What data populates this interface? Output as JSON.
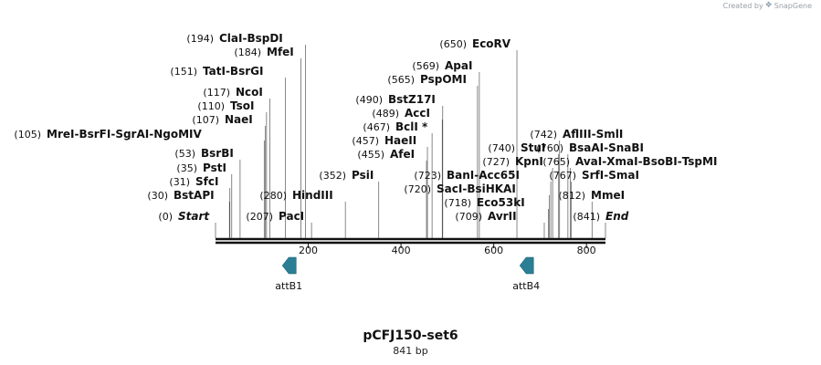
{
  "credit": {
    "prefix": "Created by",
    "brand": "SnapGene",
    "logo_icon": "snapgene-logo-icon"
  },
  "plasmid": {
    "name": "pCFJ150-set6",
    "length_label": "841 bp",
    "length": 841
  },
  "axis": {
    "ticks": [
      200,
      400,
      600,
      800
    ]
  },
  "colors": {
    "backbone": "#111111",
    "feature": "#2b7f95",
    "line": "#555555"
  },
  "features": [
    {
      "name": "attB1",
      "start": 150,
      "end": 170,
      "direction": "reverse"
    },
    {
      "name": "attB4",
      "start": 662,
      "end": 682,
      "direction": "reverse"
    }
  ],
  "sites": [
    {
      "pos": "(194)",
      "bp": 194,
      "names": [
        "ClaI",
        "BspDI"
      ]
    },
    {
      "pos": "(184)",
      "bp": 184,
      "names": [
        "MfeI"
      ]
    },
    {
      "pos": "(151)",
      "bp": 151,
      "names": [
        "TatI",
        "BsrGI"
      ]
    },
    {
      "pos": "(117)",
      "bp": 117,
      "names": [
        "NcoI"
      ]
    },
    {
      "pos": "(110)",
      "bp": 110,
      "names": [
        "TsoI"
      ]
    },
    {
      "pos": "(107)",
      "bp": 107,
      "names": [
        "NaeI"
      ]
    },
    {
      "pos": "(105)",
      "bp": 105,
      "names": [
        "MreI",
        "BsrFI",
        "SgrAI",
        "NgoMIV"
      ]
    },
    {
      "pos": "(53)",
      "bp": 53,
      "names": [
        "BsrBI"
      ]
    },
    {
      "pos": "(35)",
      "bp": 35,
      "names": [
        "PstI"
      ]
    },
    {
      "pos": "(31)",
      "bp": 31,
      "names": [
        "SfcI"
      ]
    },
    {
      "pos": "(30)",
      "bp": 30,
      "names": [
        "BstAPI"
      ]
    },
    {
      "pos": "(0)",
      "bp": 0,
      "names": [
        "Start"
      ],
      "italic": true
    },
    {
      "pos": "(280)",
      "bp": 280,
      "names": [
        "HindIII"
      ]
    },
    {
      "pos": "(207)",
      "bp": 207,
      "names": [
        "PacI"
      ]
    },
    {
      "pos": "(352)",
      "bp": 352,
      "names": [
        "PsiI"
      ]
    },
    {
      "pos": "(490)",
      "bp": 490,
      "names": [
        "BstZ17I"
      ]
    },
    {
      "pos": "(489)",
      "bp": 489,
      "names": [
        "AccI"
      ]
    },
    {
      "pos": "(467)",
      "bp": 467,
      "names": [
        "BclI *"
      ]
    },
    {
      "pos": "(457)",
      "bp": 457,
      "names": [
        "HaeII"
      ]
    },
    {
      "pos": "(455)",
      "bp": 455,
      "names": [
        "AfeI"
      ]
    },
    {
      "pos": "(650)",
      "bp": 650,
      "names": [
        "EcoRV"
      ]
    },
    {
      "pos": "(569)",
      "bp": 569,
      "names": [
        "ApaI"
      ]
    },
    {
      "pos": "(565)",
      "bp": 565,
      "names": [
        "PspOMI"
      ]
    },
    {
      "pos": "(723)",
      "bp": 723,
      "names": [
        "BanI",
        "Acc65I"
      ]
    },
    {
      "pos": "(720)",
      "bp": 720,
      "names": [
        "SacI",
        "BsiHKAI"
      ]
    },
    {
      "pos": "(718)",
      "bp": 718,
      "names": [
        "Eco53kI"
      ]
    },
    {
      "pos": "(709)",
      "bp": 709,
      "names": [
        "AvrII"
      ]
    },
    {
      "pos": "(740)",
      "bp": 740,
      "names": [
        "StuI"
      ]
    },
    {
      "pos": "(727)",
      "bp": 727,
      "names": [
        "KpnI"
      ]
    },
    {
      "pos": "(742)",
      "bp": 742,
      "names": [
        "AflIII",
        "SmlI"
      ]
    },
    {
      "pos": "(760)",
      "bp": 760,
      "names": [
        "BsaAI",
        "SnaBI"
      ]
    },
    {
      "pos": "(765)",
      "bp": 765,
      "names": [
        "AvaI",
        "XmaI",
        "BsoBI",
        "TspMI"
      ]
    },
    {
      "pos": "(767)",
      "bp": 767,
      "names": [
        "SrfI",
        "SmaI"
      ]
    },
    {
      "pos": "(812)",
      "bp": 812,
      "names": [
        "MmeI"
      ]
    },
    {
      "pos": "(841)",
      "bp": 841,
      "names": [
        "End"
      ],
      "italic": true
    }
  ]
}
